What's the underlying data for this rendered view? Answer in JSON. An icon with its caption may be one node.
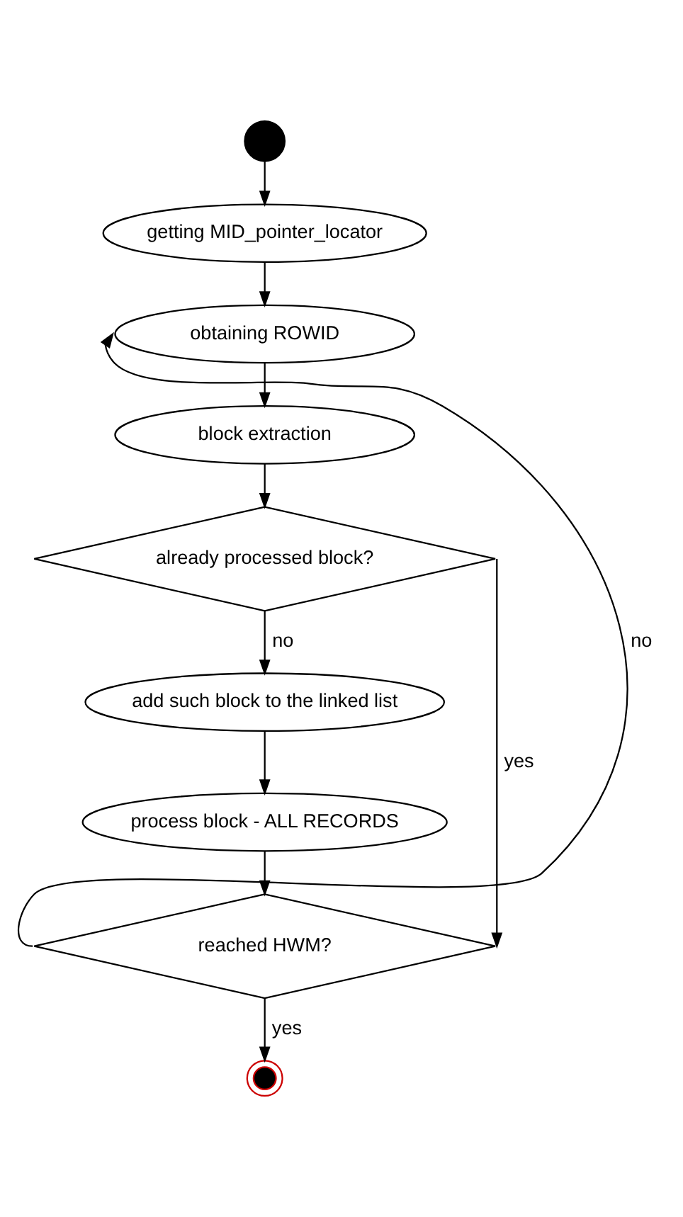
{
  "diagram": {
    "nodes": [
      {
        "text": [],
        "shape": "circle"
      },
      {
        "text": [
          "getting MID_pointer_locator"
        ]
      },
      {
        "text": [
          "obtaining ROWID"
        ]
      },
      {
        "text": [
          "block extraction"
        ]
      },
      {
        "text": [
          "already processed block?"
        ]
      },
      {
        "text": [
          "add such block to the linked list"
        ]
      },
      {
        "text": [
          "process block - ALL RECORDS"
        ]
      },
      {
        "text": [
          "reached HWM?"
        ]
      },
      {
        "text": [],
        "shape": "circle"
      }
    ],
    "edges": [
      {
        "from": 0,
        "to": 1,
        "arrow": "to"
      },
      {
        "from": 1,
        "to": 2,
        "arrow": "to"
      },
      {
        "from": 2,
        "to": 3,
        "arrow": "to"
      },
      {
        "from": 3,
        "to": 4,
        "arrow": "to"
      },
      {
        "from": 4,
        "to": 5,
        "arrow": "to",
        "label": "no"
      },
      {
        "from": 4,
        "to": 7,
        "arrow": "to",
        "label": "yes"
      },
      {
        "from": 5,
        "to": 6,
        "arrow": "to"
      },
      {
        "from": 6,
        "to": 7,
        "arrow": "to"
      },
      {
        "from": 7,
        "to": 2,
        "arrow": "to",
        "label": "no"
      },
      {
        "from": 7,
        "to": 8,
        "arrow": "to",
        "label": "yes"
      }
    ]
  }
}
